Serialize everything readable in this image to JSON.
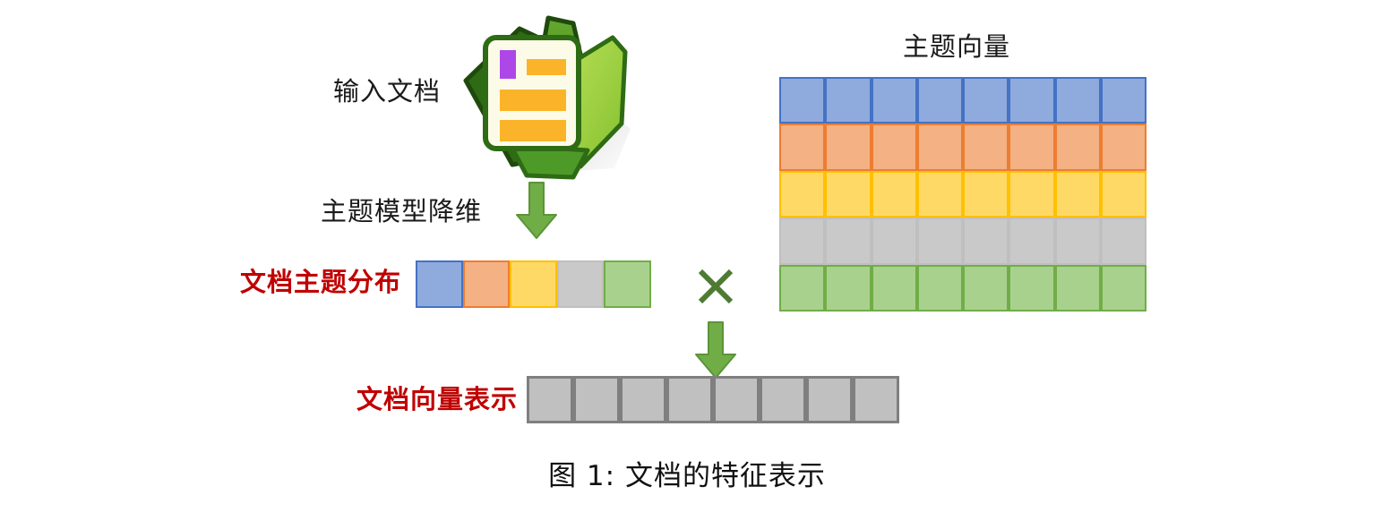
{
  "figure": {
    "caption": "图 1: 文档的特征表示"
  },
  "labels": {
    "input_document": "输入文档",
    "topic_model_reduction": "主题模型降维",
    "topic_vector_title": "主题向量",
    "doc_topic_distribution": "文档主题分布",
    "doc_vector_representation": "文档向量表示"
  },
  "operators": {
    "multiply": "×",
    "arrow_down": "↓"
  },
  "colors": {
    "red_text": "#C00000",
    "black_text": "#1a1a1a",
    "arrow_green": "#70AD47",
    "multiply_green": "#4E7B33",
    "topic_blue_fill": "#8FAADC",
    "topic_blue_border": "#4472C4",
    "topic_orange_fill": "#F4B183",
    "topic_orange_border": "#ED7D31",
    "topic_yellow_fill": "#FFD966",
    "topic_yellow_border": "#FFC000",
    "topic_gray_fill": "#C9C9C9",
    "topic_gray_border": "#BFBFBF",
    "topic_green_fill": "#A9D18E",
    "topic_green_border": "#70AD47",
    "doc_vector_fill": "#C0C0C0",
    "doc_vector_border": "#7F7F7F",
    "folder_dark_green": "#2E6B14",
    "folder_mid_green": "#4E9A28",
    "folder_light_green": "#A6D24A",
    "folder_paper": "#FCFBE8",
    "folder_orange_bar": "#FBB429",
    "folder_purple_block": "#AE47E8"
  },
  "topic_vector_matrix": {
    "rows": 5,
    "cols": 8,
    "row_styles": [
      {
        "topic": "topic-1",
        "fill": "#8FAADC",
        "border": "#4472C4"
      },
      {
        "topic": "topic-2",
        "fill": "#F4B183",
        "border": "#ED7D31"
      },
      {
        "topic": "topic-3",
        "fill": "#FFD966",
        "border": "#FFC000"
      },
      {
        "topic": "topic-4",
        "fill": "#C9C9C9",
        "border": "#BFBFBF"
      },
      {
        "topic": "topic-5",
        "fill": "#A9D18E",
        "border": "#70AD47"
      }
    ]
  },
  "doc_topic_distribution": {
    "cells": 5,
    "cell_styles": [
      {
        "topic": "topic-1",
        "fill": "#8FAADC",
        "border": "#4472C4"
      },
      {
        "topic": "topic-2",
        "fill": "#F4B183",
        "border": "#ED7D31"
      },
      {
        "topic": "topic-3",
        "fill": "#FFD966",
        "border": "#FFC000"
      },
      {
        "topic": "topic-4",
        "fill": "#C9C9C9",
        "border": "#BFBFBF"
      },
      {
        "topic": "topic-5",
        "fill": "#A9D18E",
        "border": "#70AD47"
      }
    ]
  },
  "doc_vector_representation": {
    "cells": 8,
    "fill": "#C0C0C0",
    "border": "#7F7F7F"
  }
}
